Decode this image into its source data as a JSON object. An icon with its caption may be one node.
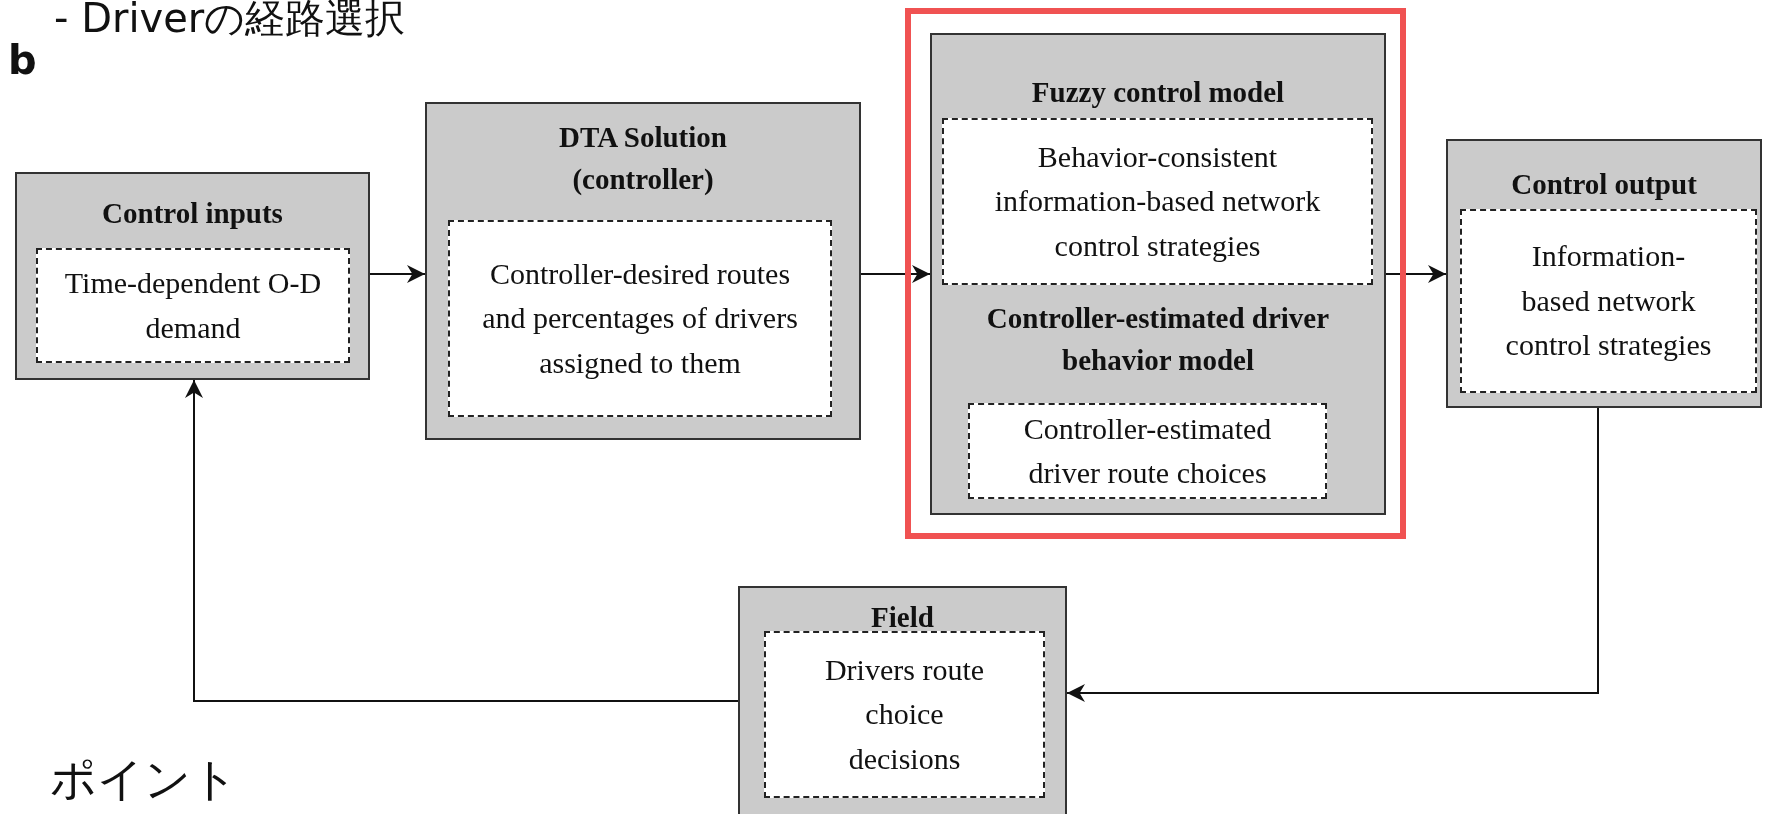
{
  "diagram": {
    "nodes": [
      {
        "text": [
          "Control inputs"
        ]
      },
      {
        "text": [
          "Time-dependent O-D demand"
        ],
        "in": 0
      },
      {
        "text": [
          "DTA Solution (controller)"
        ]
      },
      {
        "text": [
          "Controller-desired routes and percentages of drivers assigned to them"
        ],
        "in": 2
      },
      {
        "text": [],
        "shape": "box"
      },
      {
        "text": [
          "Fuzzy control model",
          "Controller-estimated driver behavior model"
        ],
        "in": 4
      },
      {
        "text": [
          "Behavior-consistent information-based network control strategies"
        ],
        "in": 5
      },
      {
        "text": [
          "Controller-estimated driver route choices"
        ],
        "in": 5
      },
      {
        "text": [
          "Control output"
        ]
      },
      {
        "text": [
          "Information-based network control strategies"
        ],
        "in": 8
      },
      {
        "text": [
          "Field"
        ]
      },
      {
        "text": [
          "Drivers route choice decisions"
        ],
        "in": 10
      }
    ],
    "edges": [
      {
        "from": 0,
        "to": 2,
        "arrow": "to"
      },
      {
        "from": 2,
        "to": 5,
        "arrow": "to"
      },
      {
        "from": 5,
        "to": 8,
        "arrow": "to"
      },
      {
        "from": 8,
        "to": 10,
        "arrow": "to"
      },
      {
        "from": 10,
        "to": 0,
        "arrow": "to"
      }
    ],
    "labels": [
      "- Driverの経路選択",
      "b",
      "ポイント"
    ]
  }
}
